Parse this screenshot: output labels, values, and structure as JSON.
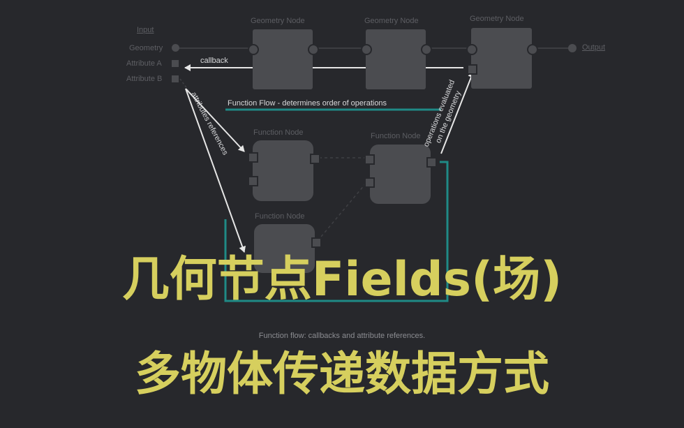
{
  "input": {
    "title": "Input",
    "geometry": "Geometry",
    "attribute_a": "Attribute A",
    "attribute_b": "Attribute B"
  },
  "output": {
    "title": "Output"
  },
  "geometry_nodes": [
    "Geometry Node",
    "Geometry Node",
    "Geometry Node"
  ],
  "function_nodes": [
    "Function Node",
    "Function Node",
    "Function Node"
  ],
  "annotations": {
    "callback": "callback",
    "function_flow": "Function Flow - determines order of operations",
    "attribute_refs": "attributes references",
    "ops_line1": "operations evaluated",
    "ops_line2": "on the geometry"
  },
  "caption": "Function flow: callbacks and attribute references.",
  "overlay": {
    "line1": "几何节点Fields(场)",
    "line2": "多物体传递数据方式"
  },
  "colors": {
    "background": "#27282c",
    "node": "#4b4c50",
    "teal": "#1f8a86",
    "arrow": "#e6e6e6",
    "overlay_text": "#d6cf5e"
  }
}
